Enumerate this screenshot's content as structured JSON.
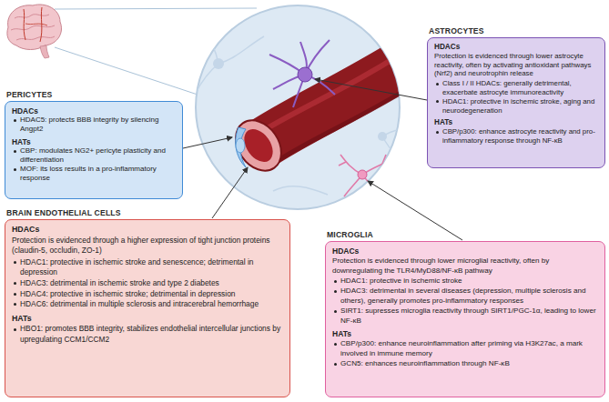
{
  "diagram": {
    "nodes": [
      {
        "text": [
          "PERICYTES",
          "HDACs",
          "HDAC5: protects BBB integrity by silencing Angpt2",
          "HATs",
          "CBP: modulates NG2+ pericyte plasticity and differentiation",
          "MOF: its loss results in a pro-inflammatory response"
        ]
      },
      {
        "text": [
          "ASTROCYTES",
          "HDACs",
          "Protection is evidenced through lower astrocyte reactivity, often by activating antioxidant pathways (Nrf2) and neurotrophin release",
          "Class I / II HDACs: generally detrimental, exacerbate astrocyte immunoreactivity",
          "HDAC1: protective in ischemic stroke, aging and neurodegeneration",
          "HATs",
          "CBP/p300: enhance astrocyte reactivity and pro-inflammatory response through NF-κB"
        ]
      },
      {
        "text": [
          "BRAIN ENDOTHELIAL CELLS",
          "HDACs",
          "Protection is evidenced through a higher expression of tight junction proteins (claudin-5, occludin, ZO-1)",
          "HDAC1: protective in ischemic stroke and senescence; detrimental in depression",
          "HDAC3: detrimental in ischemic stroke and type 2 diabetes",
          "HDAC4: protective in ischemic stroke; detrimental in depression",
          "HDAC6: detrimental in multiple sclerosis and intracerebral hemorrhage",
          "HATs",
          "HBO1: promotes BBB integrity, stabilizes endothelial intercellular junctions by upregulating CCM1/CCM2"
        ]
      },
      {
        "text": [
          "MICROGLIA",
          "HDACs",
          "Protection is evidenced through lower microglial reactivity, often by downregulating the TLR4/MyD88/NF-κB pathway",
          "HDAC1: protective in ischemic stroke",
          "HDAC3: detrimental in several diseases (depression, multiple sclerosis and others), generally promotes pro-inflammatory responses",
          "SIRT1: supresses microglia reactivity through SIRT1/PGC-1α, leading to lower NF-κB",
          "HATs",
          "CBP/p300: enhance neuroinflammation after priming via H3K27ac, a mark involved in immune memory",
          "GCN5: enhances neuroinflammation through NF-κB"
        ]
      }
    ]
  }
}
